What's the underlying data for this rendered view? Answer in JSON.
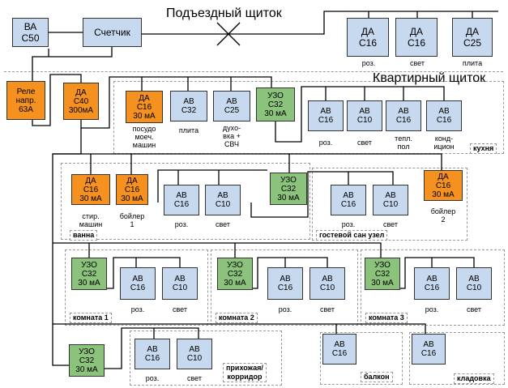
{
  "titles": {
    "entrance_panel": "Подъездный щиток",
    "apartment_panel": "Квартирный щиток"
  },
  "entrance": {
    "main_breaker": "ВА\nС50",
    "meter": "Счетчик",
    "outlets": "ДА\nС16",
    "outlets_label": "роз.",
    "light": "ДА\nС16",
    "light_label": "свет",
    "stove": "ДА\nС25",
    "stove_label": "плита"
  },
  "apartment": {
    "relay": "Реле\nнапр.\n63А",
    "main_rcd": "ДА\nС40\n300мА"
  },
  "kitchen": {
    "zone_label": "кухня",
    "dishwasher": "ДА\nС16\n30 мА",
    "dishwasher_label": "посудо\nмоеч.\nмашин",
    "stove": "АВ\nС32",
    "stove_label": "плита",
    "oven": "АВ\nС25",
    "oven_label": "духо-\nвка +\nСВЧ",
    "rcd": "УЗО\nС32\n30 мА",
    "outlets": "АВ\nС16",
    "outlets_label": "роз.",
    "light": "АВ\nС10",
    "light_label": "свет",
    "heated_floor": "АВ\nС16",
    "heated_floor_label": "тепл.\nпол",
    "ac": "АВ\nС16",
    "ac_label": "конд-\nицион"
  },
  "bathroom": {
    "zone_label": "ванна",
    "washer": "ДА\nС16\n30 мА",
    "washer_label": "стир.\nмашин",
    "boiler": "ДА\nС16\n30 мА",
    "boiler_label": "бойлер\n1",
    "outlets": "АВ\nС16",
    "outlets_label": "роз.",
    "light": "АВ\nС10",
    "light_label": "свет"
  },
  "guest_wc": {
    "zone_label": "гостевой сан узел",
    "rcd": "УЗО\nС32\n30 мА",
    "outlets": "АВ\nС16",
    "outlets_label": "роз.",
    "light": "АВ\nС10",
    "light_label": "свет",
    "boiler": "ДА\nС16\n30 мА",
    "boiler_label": "бойлер\n2"
  },
  "room1": {
    "zone_label": "комната 1",
    "rcd": "УЗО\nС32\n30 мА",
    "outlets": "АВ\nС16",
    "outlets_label": "роз.",
    "light": "АВ\nС10",
    "light_label": "свет"
  },
  "room2": {
    "zone_label": "комната 2",
    "rcd": "УЗО\nС32\n30 мА",
    "outlets": "АВ\nС16",
    "outlets_label": "роз.",
    "light": "АВ\nС10",
    "light_label": "свет"
  },
  "room3": {
    "zone_label": "комната 3",
    "rcd": "УЗО\nС32\n30 мА",
    "outlets": "АВ\nС16",
    "outlets_label": "роз.",
    "light": "АВ\nС10",
    "light_label": "свет"
  },
  "hallway": {
    "zone_label": "прихожая/\nкорридор",
    "rcd": "УЗО\nС32\n30 мА",
    "outlets": "АВ\nС16",
    "outlets_label": "роз.",
    "light": "АВ\nС10",
    "light_label": "свет"
  },
  "balcony": {
    "zone_label": "балкон",
    "breaker": "АВ\nС16"
  },
  "pantry": {
    "zone_label": "кладовка",
    "breaker": "АВ\nС16"
  },
  "colors": {
    "plain_breaker": "#c7d9ee",
    "rcbo": "#f5911e",
    "rcd": "#8cc37c",
    "wire": "#000000",
    "zone_border": "#9a9a9a"
  }
}
